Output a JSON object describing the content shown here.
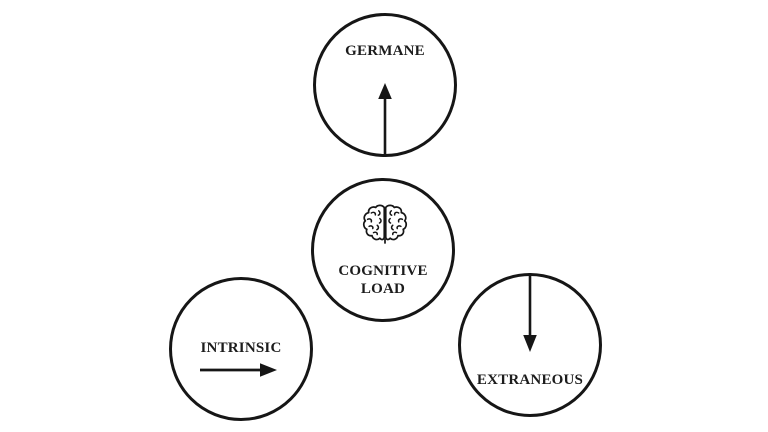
{
  "diagram": {
    "background": "#ffffff",
    "stroke_color": "#161616",
    "text_color": "#1c1c1c",
    "center_node": {
      "id": "cognitive-load",
      "label_line1": "COGNITIVE",
      "label_line2": "LOAD",
      "icon": "brain-icon"
    },
    "nodes": [
      {
        "id": "germane",
        "label": "GERMANE",
        "arrow_icon": "arrow-up-icon",
        "arrow_direction": "up"
      },
      {
        "id": "intrinsic",
        "label": "INTRINSIC",
        "arrow_icon": "arrow-right-icon",
        "arrow_direction": "right"
      },
      {
        "id": "extraneous",
        "label": "EXTRANEOUS",
        "arrow_icon": "arrow-down-icon",
        "arrow_direction": "down"
      }
    ]
  }
}
